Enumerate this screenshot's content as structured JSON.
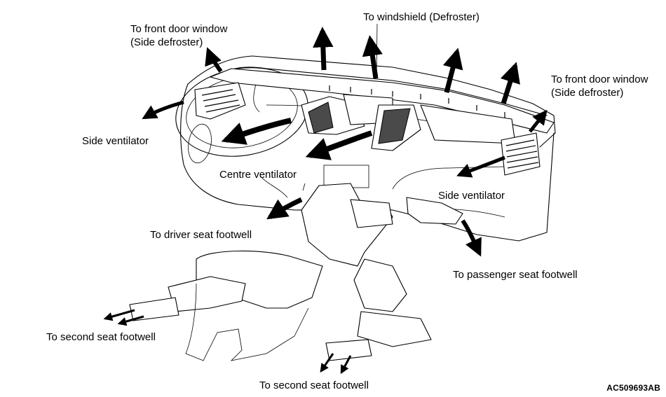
{
  "labels": {
    "front_door_left": [
      "To front door window",
      "(Side defroster)"
    ],
    "windshield": "To windshield (Defroster)",
    "front_door_right": [
      "To front door window",
      "(Side defroster)"
    ],
    "side_vent_left": "Side ventilator",
    "centre_vent": "Centre ventilator",
    "side_vent_right": "Side ventilator",
    "driver_footwell": "To driver seat footwell",
    "passenger_footwell": "To passenger seat footwell",
    "second_footwell_left": "To second seat footwell",
    "second_footwell_bottom": "To second seat footwell"
  },
  "figure_code": "AC509693AB"
}
